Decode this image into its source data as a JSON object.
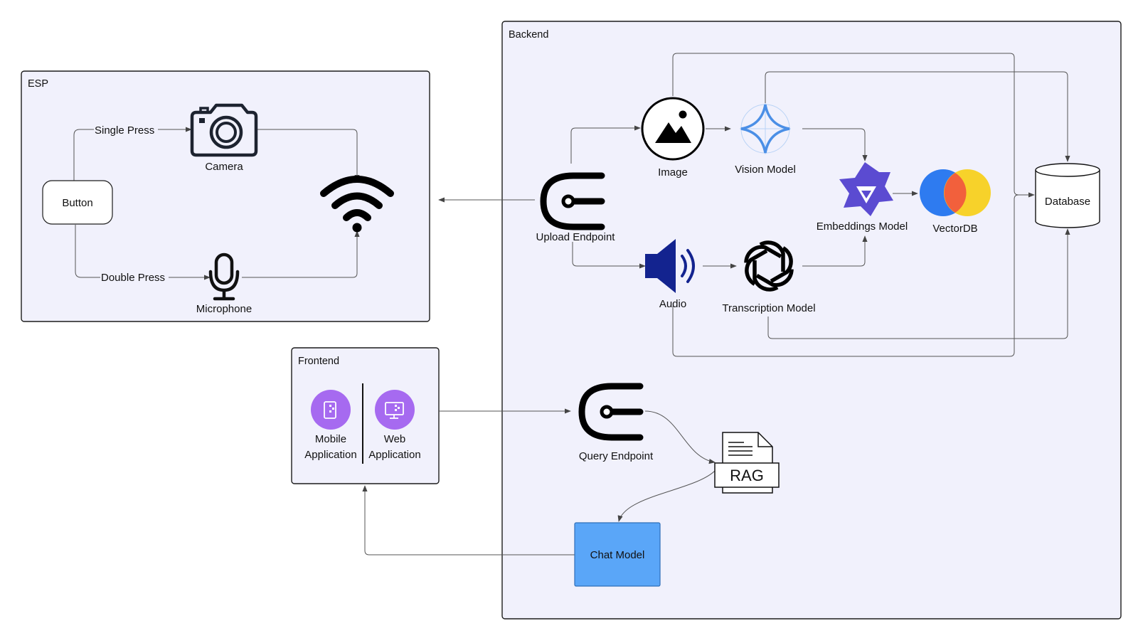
{
  "groups": {
    "esp": "ESP",
    "backend": "Backend",
    "frontend": "Frontend"
  },
  "nodes": {
    "button": "Button",
    "camera": "Camera",
    "microphone": "Microphone",
    "upload_endpoint": "Upload Endpoint",
    "image": "Image",
    "audio": "Audio",
    "vision_model": "Vision Model",
    "transcription_model": "Transcription Model",
    "embeddings_model": "Embeddings Model",
    "vectordb": "VectorDB",
    "database": "Database",
    "query_endpoint": "Query Endpoint",
    "rag": "RAG",
    "chat_model": "Chat Model",
    "mobile_app_line1": "Mobile",
    "mobile_app_line2": "Application",
    "web_app_line1": "Web",
    "web_app_line2": "Application"
  },
  "edges": {
    "single_press": "Single Press",
    "double_press": "Double Press"
  },
  "icons": {
    "camera": "camera-icon",
    "microphone": "microphone-icon",
    "wifi": "wifi-icon",
    "endpoint": "endpoint-icon",
    "image": "image-icon",
    "audio": "speaker-icon",
    "vision": "sparkle-icon",
    "transcription": "openai-logo-icon",
    "embeddings": "qwen-logo-icon",
    "vectordb": "vectordb-logo-icon",
    "database": "database-cylinder-icon",
    "rag": "document-icon",
    "mobile": "mobile-app-icon",
    "web": "web-app-icon"
  },
  "colors": {
    "group_fill": "#f1f1fc",
    "chat_model_fill": "#5aa6f8",
    "app_icon_fill": "#a66af0",
    "vision_blue": "#4b8fe6",
    "embeddings_purple": "#5b4bd1",
    "audio_navy": "#13238f"
  }
}
